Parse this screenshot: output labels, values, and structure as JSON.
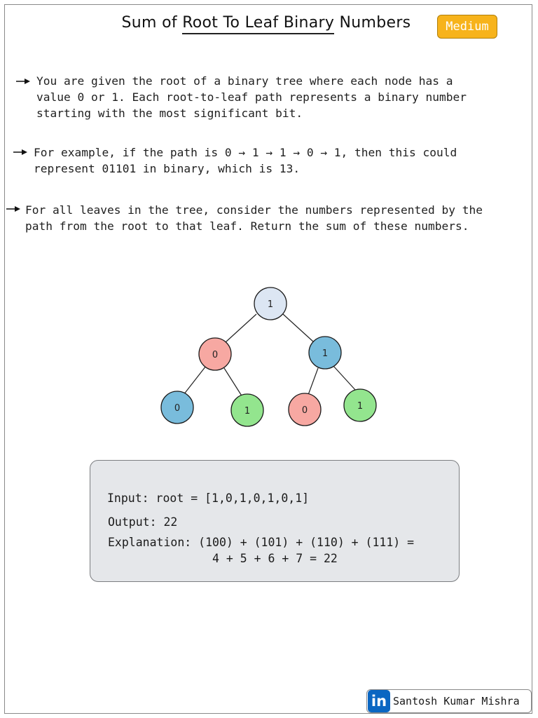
{
  "header": {
    "title_prefix": "Sum of ",
    "title_underlined": "Root To Leaf Binary",
    "title_suffix": " Numbers",
    "difficulty": "Medium"
  },
  "description": {
    "p1": "You are given the root of a binary tree where each node has a\nvalue 0 or 1. Each root-to-leaf path represents a binary number\nstarting with the most significant bit.",
    "p2": "For example, if the path is 0 → 1 → 1 → 0 → 1, then this could\nrepresent 01101 in binary, which is 13.",
    "p3": "For all leaves in the tree, consider the numbers represented by the\npath from the root to that leaf. Return the sum of these numbers."
  },
  "tree": {
    "nodes": [
      {
        "id": "root",
        "value": "1",
        "color": "#dce6f3"
      },
      {
        "id": "l",
        "value": "0",
        "color": "#f7a8a2"
      },
      {
        "id": "r",
        "value": "1",
        "color": "#79bcdc"
      },
      {
        "id": "ll",
        "value": "0",
        "color": "#79bcdc"
      },
      {
        "id": "lr",
        "value": "1",
        "color": "#93e58e"
      },
      {
        "id": "rl",
        "value": "0",
        "color": "#f7a8a2"
      },
      {
        "id": "rr",
        "value": "1",
        "color": "#93e58e"
      }
    ]
  },
  "example": {
    "input": "Input: root = [1,0,1,0,1,0,1]",
    "output": "Output: 22",
    "explanation_1": "Explanation: (100) + (101) + (110) + (111) =",
    "explanation_2": "4 + 5 + 6 + 7 = 22"
  },
  "footer": {
    "logo_text": "in",
    "author": "Santosh Kumar Mishra"
  },
  "colors": {
    "badge": "#f7b31b",
    "linkedin": "#0a66c2",
    "example_bg": "#e5e7ea"
  }
}
